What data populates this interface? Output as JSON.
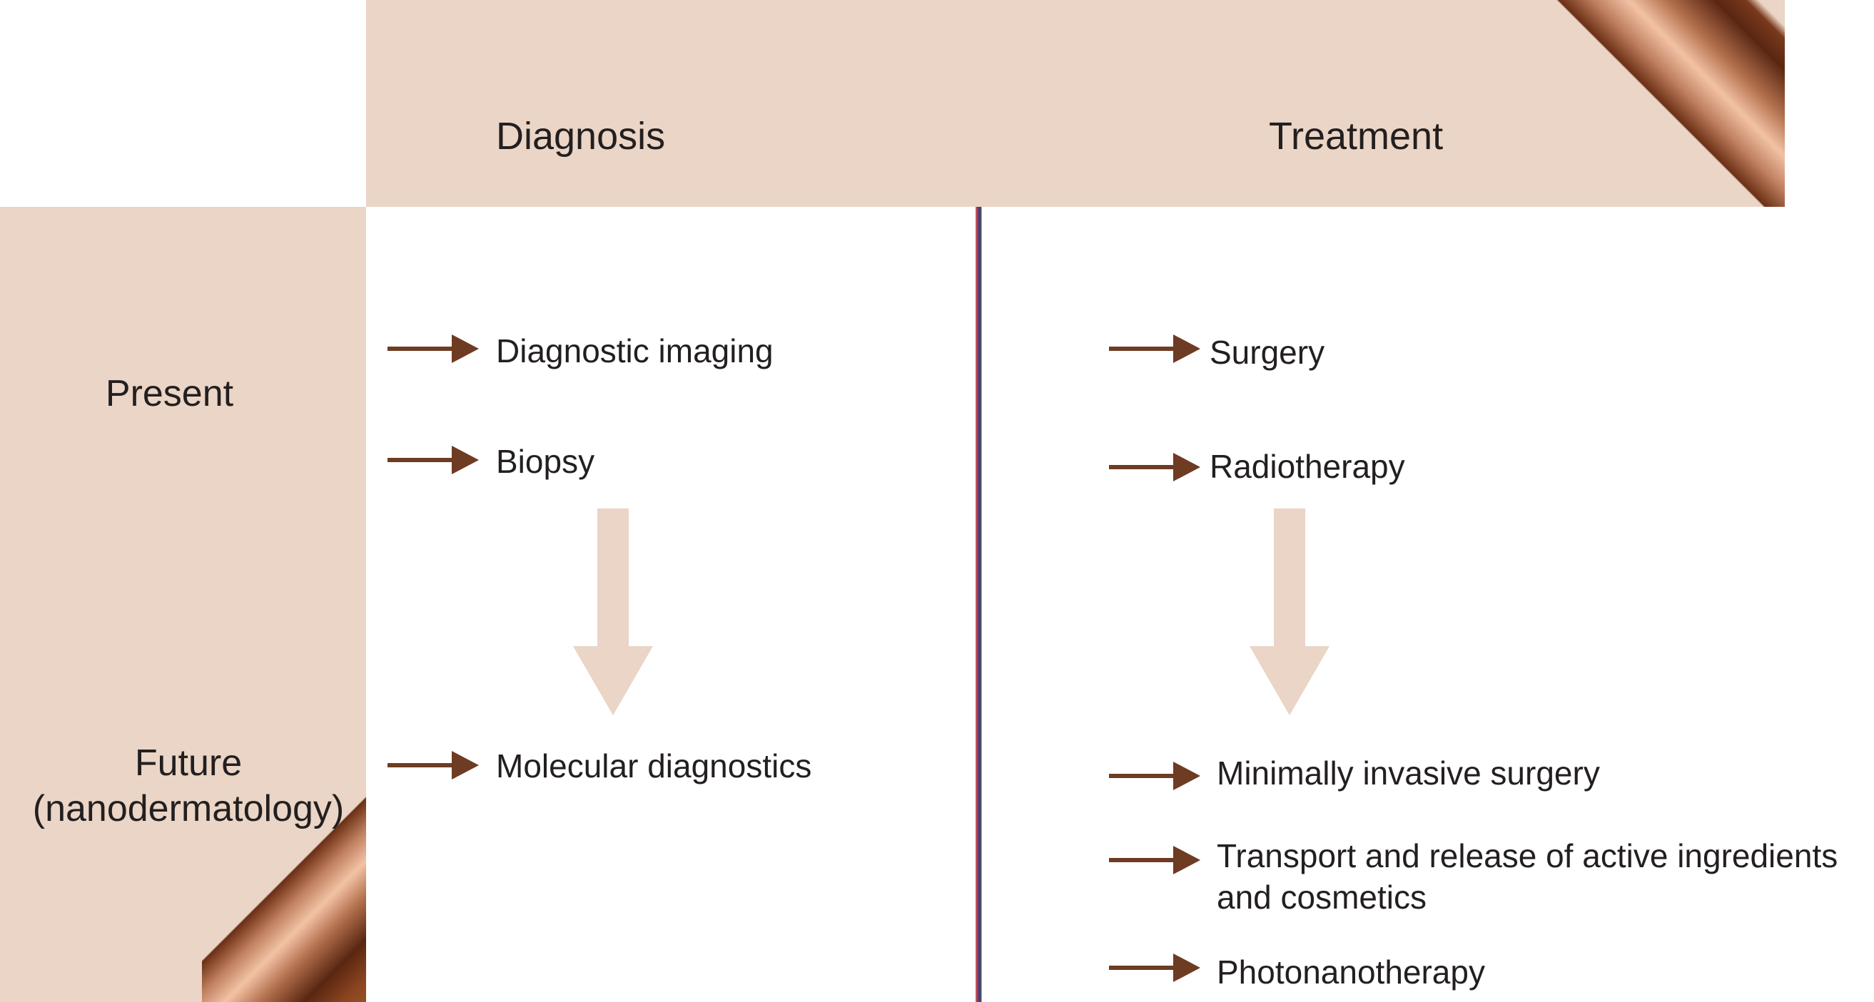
{
  "columns": {
    "diagnosis": "Diagnosis",
    "treatment": "Treatment"
  },
  "rows": {
    "present": "Present",
    "future_line1": "Future",
    "future_line2": "(nanodermatology)"
  },
  "diagnosis_present": [
    "Diagnostic imaging",
    "Biopsy"
  ],
  "diagnosis_future": [
    "Molecular diagnostics"
  ],
  "treatment_present": [
    "Surgery",
    "Radiotherapy"
  ],
  "treatment_future": {
    "item1": "Minimally invasive surgery",
    "item2_line1": "Transport and release of active ingredients",
    "item2_line2": "and cosmetics",
    "item3": "Photonanotherapy"
  },
  "colors": {
    "band": "#ead5c6",
    "arrow": "#6e3b23",
    "big_arrow": "#ead5c6",
    "text": "#231f20"
  },
  "icons": {
    "small_arrow": "right-arrow-icon",
    "transition_arrow": "down-arrow-icon"
  }
}
